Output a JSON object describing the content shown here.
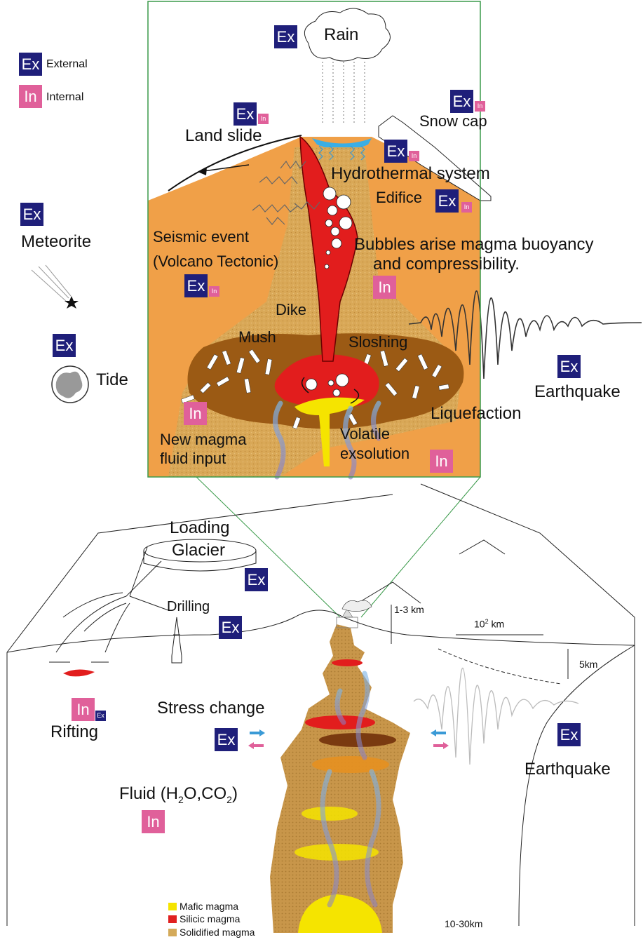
{
  "legend_top": {
    "ex_badge": "Ex",
    "ex_text": "External",
    "in_badge": "In",
    "in_text": "Internal"
  },
  "badges": {
    "ex": "Ex",
    "in": "In"
  },
  "inset": {
    "rain": "Rain",
    "snow_cap": "Snow cap",
    "land_slide": "Land slide",
    "hydrothermal": "Hydrothermal system",
    "edifice": "Edifice",
    "seismic_1": "Seismic event",
    "seismic_2": "(Volcano Tectonic)",
    "bubbles_1": "Bubbles arise magma buoyancy",
    "bubbles_2": "and compressibility.",
    "dike": "Dike",
    "mush": "Mush",
    "sloshing": "Sloshing",
    "earthquake": "Earthquake",
    "liquefaction": "Liquefaction",
    "new_magma_1": "New magma",
    "new_magma_2": "fluid input",
    "volatile_1": "Volatile",
    "volatile_2": "exsolution"
  },
  "left": {
    "meteorite": "Meteorite",
    "tide": "Tide"
  },
  "lower": {
    "loading": "Loading",
    "glacier": "Glacier",
    "drilling": "Drilling",
    "rifting": "Rifting",
    "stress_change": "Stress change",
    "fluid_pre": "Fluid (H",
    "fluid_sub1": "2",
    "fluid_mid": "O,CO",
    "fluid_sub2": "2",
    "fluid_post": ")",
    "earthquake": "Earthquake",
    "depth_1_3": "1-3 km",
    "dist_base": "10",
    "dist_exp": "2",
    "dist_unit": " km",
    "depth_5": "5km",
    "depth_10_30": "10-30km"
  },
  "legend_bottom": {
    "items": [
      {
        "label": "Mafic magma",
        "color": "#f5e400"
      },
      {
        "label": "Silicic magma",
        "color": "#e02020"
      },
      {
        "label": "Solidified magma",
        "color": "#d4aa5a"
      }
    ]
  },
  "colors": {
    "ex": "#1f1f7a",
    "in": "#e0609a",
    "crust": "#f0a048",
    "mush": "#9b5a14",
    "magma": "#e21d1d",
    "mafic": "#f5e400",
    "solidified": "#d4aa5a",
    "frame_green": "#3a9a4a",
    "lake": "#3aaee6"
  }
}
